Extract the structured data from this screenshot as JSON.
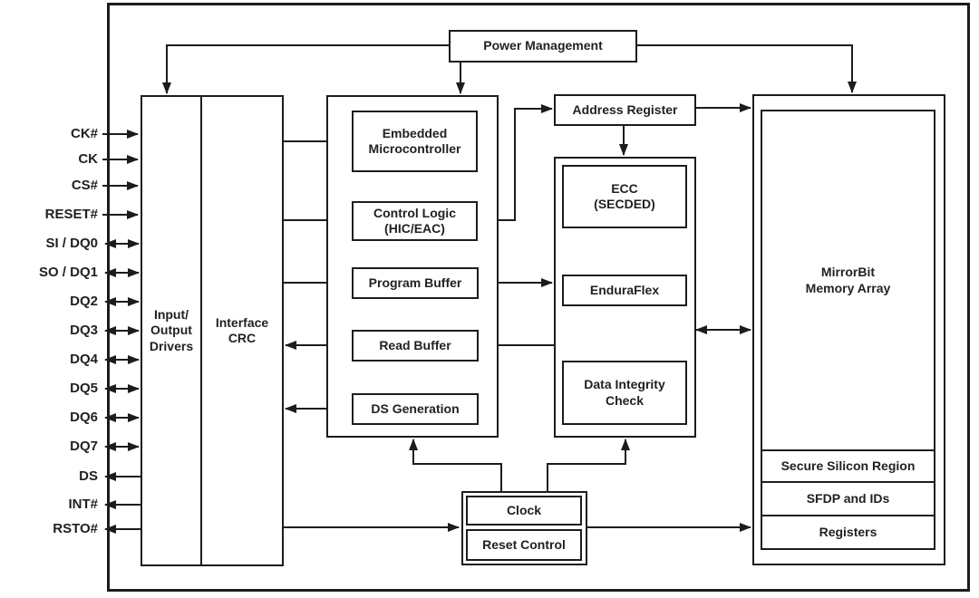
{
  "diagram": {
    "blocks": {
      "power_management": "Power Management",
      "io_drivers": "Input/\nOutput\nDrivers",
      "interface_crc": "Interface\nCRC",
      "embedded_microcontroller": "Embedded\nMicrocontroller",
      "control_logic": "Control Logic\n(HIC/EAC)",
      "program_buffer": "Program Buffer",
      "read_buffer": "Read Buffer",
      "ds_generation": "DS Generation",
      "address_register": "Address Register",
      "ecc": "ECC\n(SECDED)",
      "enduraflex": "EnduraFlex",
      "data_integrity_check": "Data Integrity\nCheck",
      "mirrorbit_memory_array": "MirrorBit\nMemory Array",
      "secure_silicon_region": "Secure Silicon Region",
      "sfdp_and_ids": "SFDP and IDs",
      "registers": "Registers",
      "clock": "Clock",
      "reset_control": "Reset Control"
    },
    "pins": [
      {
        "label": "CK#",
        "direction": "in"
      },
      {
        "label": "CK",
        "direction": "in"
      },
      {
        "label": "CS#",
        "direction": "in"
      },
      {
        "label": "RESET#",
        "direction": "in"
      },
      {
        "label": "SI / DQ0",
        "direction": "bidirectional"
      },
      {
        "label": "SO / DQ1",
        "direction": "bidirectional"
      },
      {
        "label": "DQ2",
        "direction": "bidirectional"
      },
      {
        "label": "DQ3",
        "direction": "bidirectional"
      },
      {
        "label": "DQ4",
        "direction": "bidirectional"
      },
      {
        "label": "DQ5",
        "direction": "bidirectional"
      },
      {
        "label": "DQ6",
        "direction": "bidirectional"
      },
      {
        "label": "DQ7",
        "direction": "bidirectional"
      },
      {
        "label": "DS",
        "direction": "out"
      },
      {
        "label": "INT#",
        "direction": "out"
      },
      {
        "label": "RSTO#",
        "direction": "out"
      }
    ],
    "colors": {
      "line": "#1c1c1c",
      "text": "#231f20",
      "background": "#ffffff"
    }
  }
}
